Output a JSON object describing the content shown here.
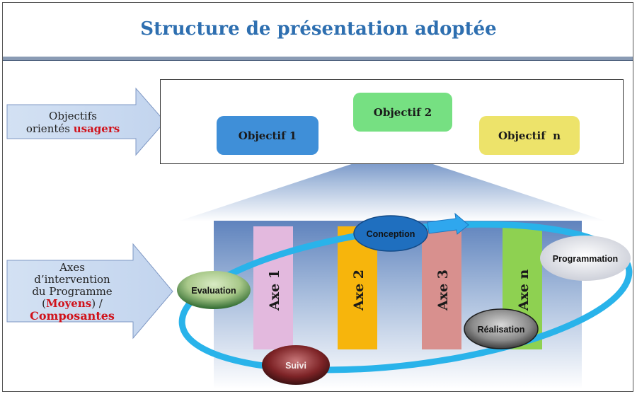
{
  "title": "Structure de présentation adoptée",
  "objectives_arrow": {
    "line1": "Objectifs",
    "line2_prefix": "orientés",
    "line2_highlight": "usagers"
  },
  "objectives": [
    {
      "label": "Objectif 1",
      "color": "#3f8fd8"
    },
    {
      "label": "Objectif 2",
      "color": "#76e082"
    },
    {
      "label": "Objectif  n",
      "color": "#ede36a"
    }
  ],
  "axes_arrow": {
    "line1": "Axes",
    "line2": "d’intervention",
    "line3": "du Programme",
    "line4_open": "(",
    "line4_highlight": "Moyens",
    "line4_close": ") /",
    "line5_highlight": "Composantes"
  },
  "axes": [
    {
      "label": "Axe 1",
      "color": "#e3b9de"
    },
    {
      "label": "Axe 2",
      "color": "#f7b50c"
    },
    {
      "label": "Axe 3",
      "color": "#d8908e"
    },
    {
      "label": "Axe n",
      "color": "#8ed151"
    }
  ],
  "cycle": {
    "conception": "Conception",
    "programmation": "Programmation",
    "realisation": "Réalisation",
    "suivi": "Suivi",
    "evaluation": "Evaluation"
  },
  "colors": {
    "title": "#2e6fb0",
    "highlight": "#d0121b",
    "cycle_ring": "#29b3ea",
    "house": "#6d8fc4"
  }
}
